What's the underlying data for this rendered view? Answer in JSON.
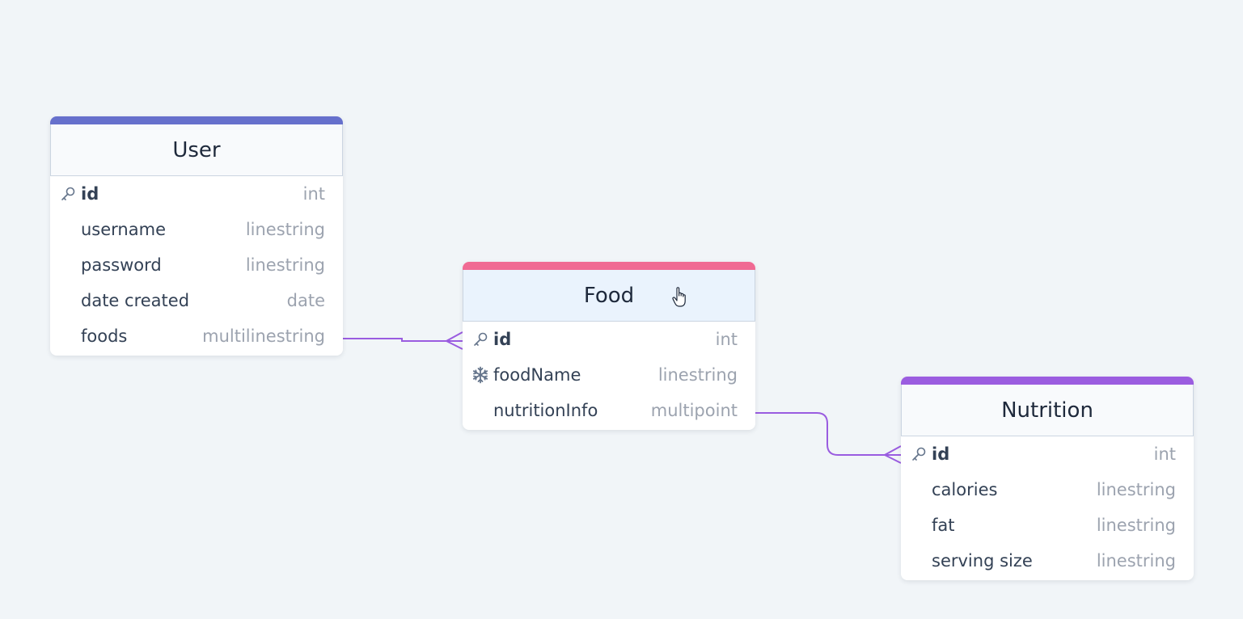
{
  "colors": {
    "background": "#f1f5f8",
    "user_accent": "#6670cc",
    "food_accent": "#f06a93",
    "nutrition_accent": "#9b5de0",
    "relation_line": "#9a5ce0"
  },
  "tables": {
    "user": {
      "title": "User",
      "fields": [
        {
          "name": "id",
          "type": "int",
          "icon": "key-icon",
          "primary": true
        },
        {
          "name": "username",
          "type": "linestring"
        },
        {
          "name": "password",
          "type": "linestring"
        },
        {
          "name": "date created",
          "type": "date"
        },
        {
          "name": "foods",
          "type": "multilinestring"
        }
      ]
    },
    "food": {
      "title": "Food",
      "fields": [
        {
          "name": "id",
          "type": "int",
          "icon": "key-icon",
          "primary": true
        },
        {
          "name": "foodName",
          "type": "linestring",
          "icon": "snowflake-icon"
        },
        {
          "name": "nutritionInfo",
          "type": "multipoint"
        }
      ]
    },
    "nutrition": {
      "title": "Nutrition",
      "fields": [
        {
          "name": "id",
          "type": "int",
          "icon": "key-icon",
          "primary": true
        },
        {
          "name": "calories",
          "type": "linestring"
        },
        {
          "name": "fat",
          "type": "linestring"
        },
        {
          "name": "serving size",
          "type": "linestring"
        }
      ]
    }
  },
  "relations": [
    {
      "from": "User.foods",
      "to": "Food.id",
      "cardinality": "one-to-many"
    },
    {
      "from": "Food.nutritionInfo",
      "to": "Nutrition.id",
      "cardinality": "one-to-many"
    }
  ]
}
